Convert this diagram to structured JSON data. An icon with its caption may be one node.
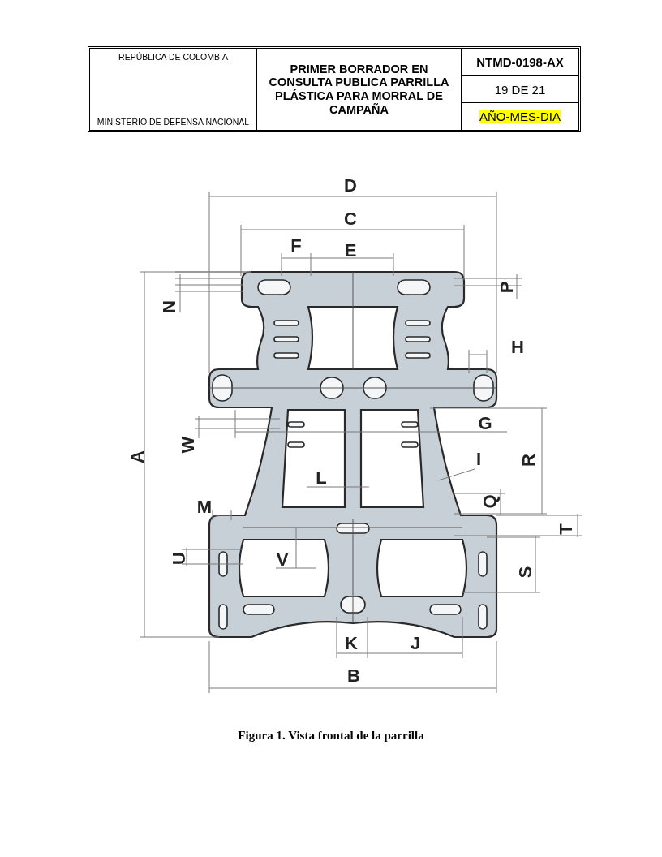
{
  "diagram": {
    "caption": "Figura 1. Vista frontal de la parrilla",
    "labels": [
      "REPÚBLICA DE COLOMBIA",
      "MINISTERIO DE DEFENSA NACIONAL",
      "PRIMER BORRADOR EN CONSULTA PUBLICA PARRILLA PLÁSTICA PARA MORRAL DE CAMPAÑA",
      "NTMD-0198-AX",
      "19 DE 21",
      "AÑO-MES-DIA",
      "D",
      "C",
      "F",
      "E",
      "N",
      "P",
      "H",
      "G",
      "W",
      "A",
      "I",
      "R",
      "L",
      "Q",
      "M",
      "T",
      "U",
      "V",
      "S",
      "K",
      "J",
      "B"
    ]
  }
}
